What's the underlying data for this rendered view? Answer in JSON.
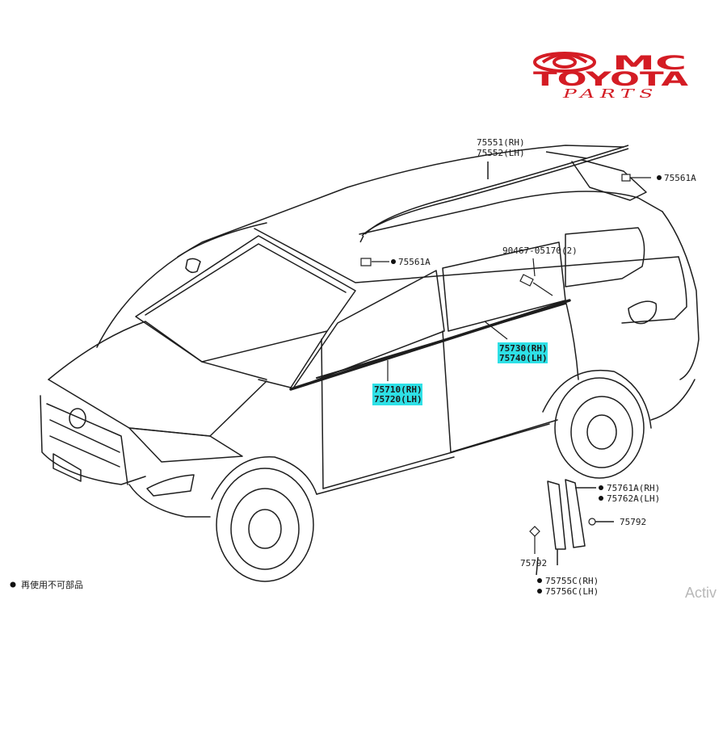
{
  "brand": {
    "mc": "MC",
    "toyota": "TOYOTA",
    "parts": "PARTS",
    "color": "#d41c24"
  },
  "highlight_color": "#2ee0e6",
  "parts": {
    "roof_rh": "75551(RH)",
    "roof_lh": "75552(LH)",
    "clip_rear": "75561A",
    "clip_front": "75561A",
    "screw": "90467-05170(2)",
    "rear_rh": "75730(RH)",
    "rear_lh": "75740(LH)",
    "front_rh": "75710(RH)",
    "front_lh": "75720(LH)",
    "pillar_rh": "75761A(RH)",
    "pillar_lh": "75762A(LH)",
    "grommet_right": "75792",
    "grommet_left": "75792",
    "lower_rh": "75755C(RH)",
    "lower_lh": "75756C(LH)"
  },
  "legend": "再使用不可部品",
  "watermark": "Activ"
}
